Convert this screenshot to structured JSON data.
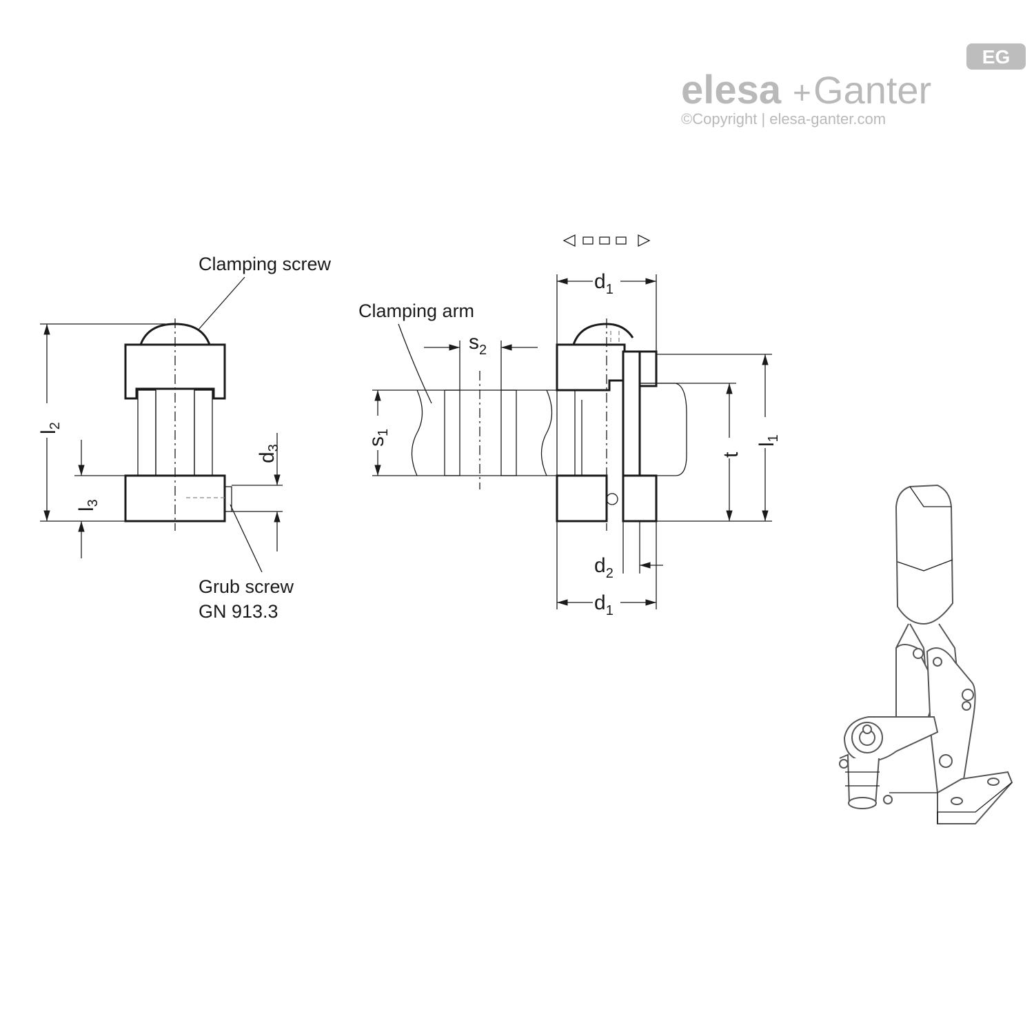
{
  "logo": {
    "brand_left": "elesa",
    "brand_plus": "+",
    "brand_right": "Ganter",
    "badge": "EG",
    "copyright": "©Copyright | elesa-ganter.com"
  },
  "labels": {
    "clamping_screw": "Clamping screw",
    "clamping_arm": "Clamping arm",
    "grub_screw_line1": "Grub screw",
    "grub_screw_line2": "GN 913.3"
  },
  "dimensions": {
    "l2": {
      "main": "l",
      "sub": "2"
    },
    "l3": {
      "main": "l",
      "sub": "3"
    },
    "d3": {
      "main": "d",
      "sub": "3"
    },
    "s1": {
      "main": "s",
      "sub": "1"
    },
    "s2": {
      "main": "s",
      "sub": "2"
    },
    "d1_top": {
      "main": "d",
      "sub": "1"
    },
    "d1_bottom": {
      "main": "d",
      "sub": "1"
    },
    "d2": {
      "main": "d",
      "sub": "2"
    },
    "t": {
      "main": "t",
      "sub": ""
    },
    "l1": {
      "main": "l",
      "sub": "1"
    }
  },
  "icons": {
    "direction_indicator": "double-arrow-icon",
    "product_picture": "vertical-toggle-clamp-illustration"
  }
}
